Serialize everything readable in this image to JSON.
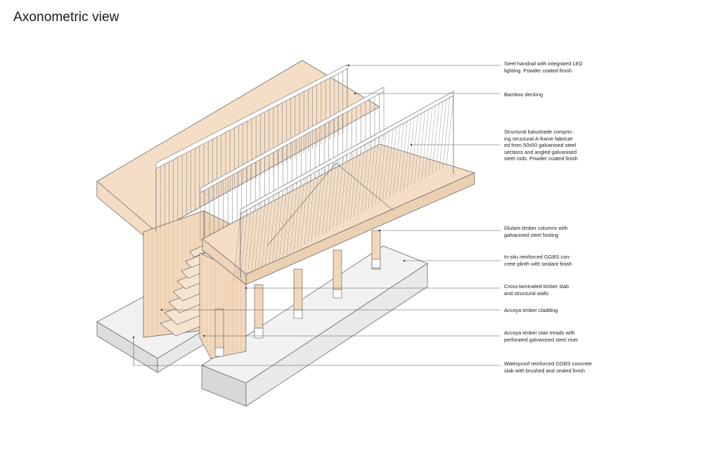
{
  "title": "Axonometric view",
  "colors": {
    "timber": "#f6e0c8",
    "timber_dark": "#eccaa8",
    "concrete": "#f0f0f0",
    "concrete_dark": "#d9d9d9",
    "line": "#5a5a5a"
  },
  "annotations": [
    {
      "id": "handrail",
      "text": "Steel handrail with integrated LED\nlighting. Powder coated finish"
    },
    {
      "id": "decking",
      "text": "Bamboo decking"
    },
    {
      "id": "balustrade",
      "text": "Structural balustrade compris-\ning structural A-frame fabricat-\ned from 50x50 galvanised steel\nsections and angled galvanised\nsteel rods. Powder coated finish"
    },
    {
      "id": "columns",
      "text": "Glulam timber columns with\ngalvanised steel footing"
    },
    {
      "id": "plinth",
      "text": "In-situ reinforced GGBS con-\ncrete plinth with sealant finish"
    },
    {
      "id": "clt",
      "text": "Cross-laminated timber slab\nand structural walls"
    },
    {
      "id": "cladding",
      "text": "Accoya timber cladding"
    },
    {
      "id": "treads",
      "text": "Accoya timber stair treads with\nperforated galvanised steel riser"
    },
    {
      "id": "slab",
      "text": "Waterproof reinforced GGBS concrete\nslab with brushed and sealed finish"
    }
  ]
}
